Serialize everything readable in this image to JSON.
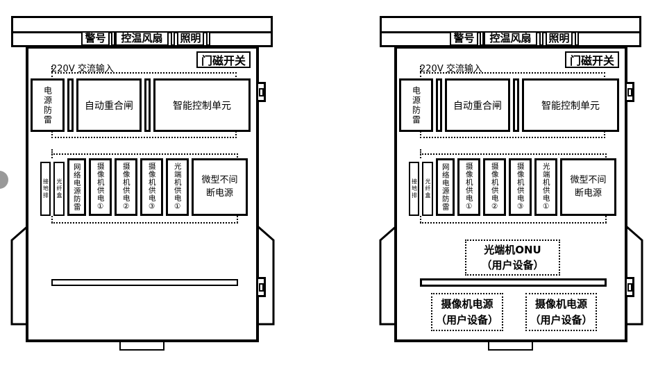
{
  "colors": {
    "ink": "#000000",
    "paper": "#ffffff",
    "bubble_gray": "#999999"
  },
  "left_cabinet": {
    "roof_labels": [
      "警号",
      "控温风扇",
      "照明"
    ],
    "door_sensor_label": "门磁开关",
    "ac_input_label": "220V 交流输入",
    "row1": [
      "电源防雷",
      "自动重合闸",
      "智能控制单元"
    ],
    "row2": [
      "接地排",
      "光纤盒",
      "网络电源防雷",
      "摄像机供电①",
      "摄像机供电②",
      "摄像机供电③",
      "光端机供电①"
    ],
    "ups": {
      "line1": "微型不间",
      "line2": "断电源"
    }
  },
  "right_cabinet": {
    "roof_labels": [
      "警号",
      "控温风扇",
      "照明"
    ],
    "door_sensor_label": "门磁开关",
    "ac_input_label": "220V 交流输入",
    "row1": [
      "电源防雷",
      "自动重合闸",
      "智能控制单元"
    ],
    "row2": [
      "接地排",
      "光纤盒",
      "网络电源防雷",
      "摄像机供电①",
      "摄像机供电②",
      "摄像机供电③",
      "光端机供电①"
    ],
    "ups": {
      "line1": "微型不间",
      "line2": "断电源"
    },
    "user_devices": {
      "onu": {
        "line1": "光端机ONU",
        "line2": "（用户设备）"
      },
      "camera_power_1": {
        "line1": "摄像机电源",
        "line2": "（用户设备）"
      },
      "camera_power_2": {
        "line1": "摄像机电源",
        "line2": "（用户设备）"
      }
    }
  }
}
